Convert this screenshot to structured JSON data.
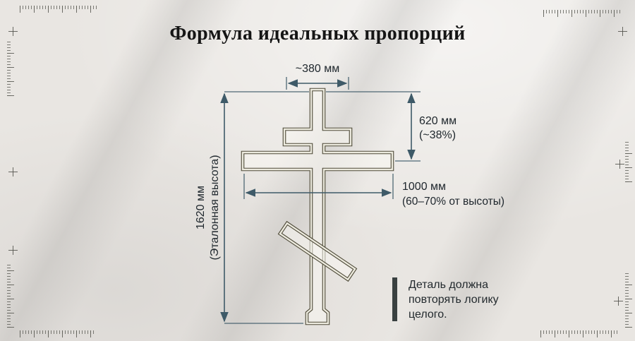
{
  "title": "Формула идеальных пропорций",
  "dimensions": {
    "top_width": {
      "label": "~380 мм"
    },
    "upper_height": {
      "line1": "620 мм",
      "line2": "(~38%)"
    },
    "crossbar_width": {
      "line1": "1000 мм",
      "line2": "(60–70% от высоты)"
    },
    "total_height": {
      "line1": "1620 мм",
      "line2": "(Эталонная высота)"
    }
  },
  "note": {
    "lines": [
      "Деталь должна",
      "повторять логику",
      "целого."
    ]
  },
  "colors": {
    "dimension_line": "#3e5a68",
    "cross_outline": "#4e4a38",
    "note_bar": "#394040",
    "text": "#20282e",
    "background": "#e9e6e2"
  }
}
